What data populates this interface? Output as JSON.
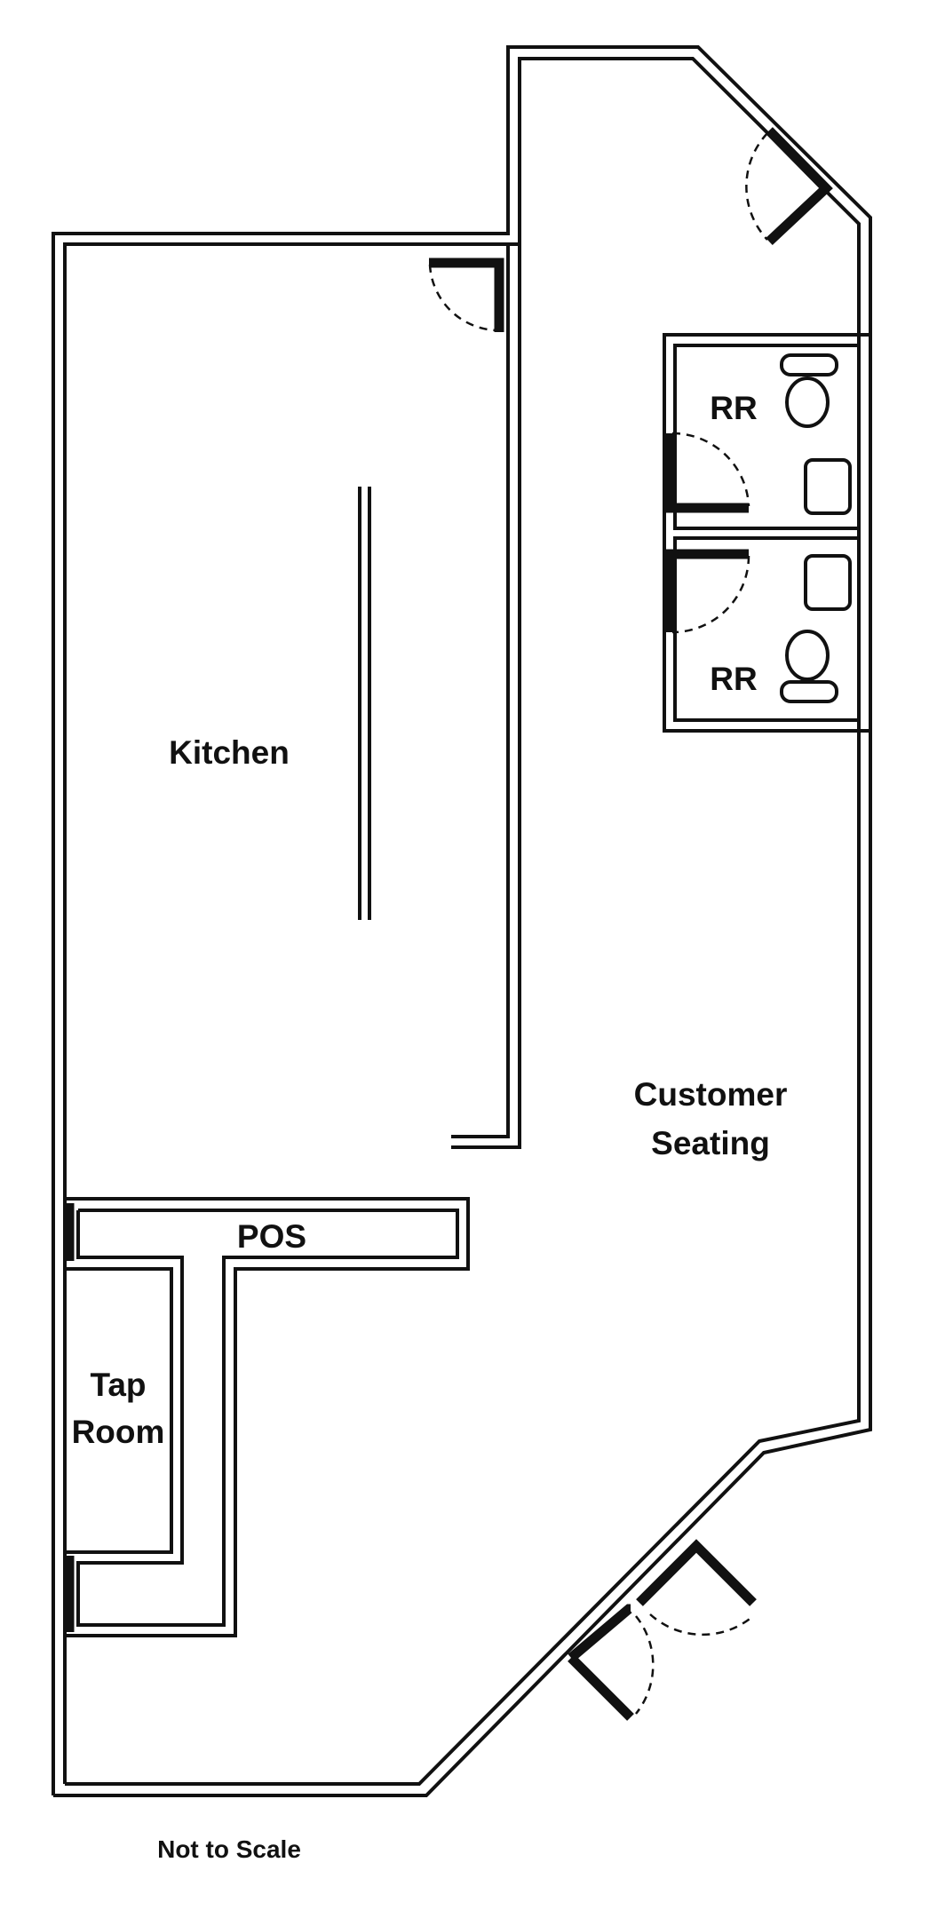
{
  "rooms": {
    "kitchen": "Kitchen",
    "customer_seating_line1": "Customer",
    "customer_seating_line2": "Seating",
    "restroom_upper": "RR",
    "restroom_lower": "RR",
    "pos": "POS",
    "tap_room_line1": "Tap",
    "tap_room_line2": "Room"
  },
  "footnote": "Not to Scale",
  "colors": {
    "line": "#111111",
    "background": "#ffffff"
  },
  "icons": {
    "toilet": "toilet-icon",
    "sink": "sink-icon",
    "door": "door-swing-icon"
  }
}
